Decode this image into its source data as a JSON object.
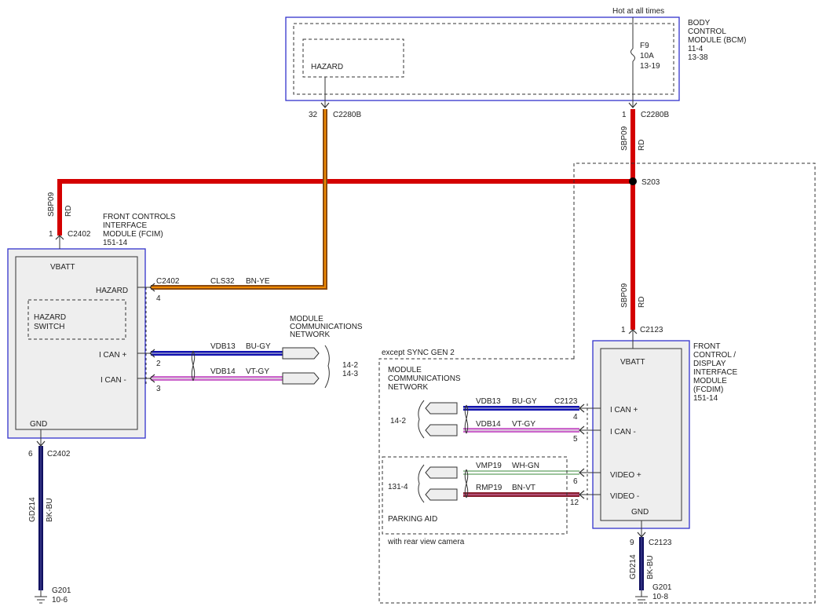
{
  "colors": {
    "red": "#d40000",
    "brown": "#8a4a10",
    "orange": "#f08a00",
    "blue": "#1010b0",
    "violet": "#cc66cc",
    "navy": "#101060",
    "white_green": "#3a8a3a",
    "module_border": "#3333cc"
  },
  "bcm": {
    "hot_label": "Hot at all times",
    "name": [
      "BODY",
      "CONTROL",
      "MODULE (BCM)",
      "11-4",
      "13-38"
    ],
    "hazard_label": "HAZARD",
    "fuse": [
      "F9",
      "10A",
      "13-19"
    ],
    "pin_left": "32",
    "conn_left": "C2280B",
    "pin_right": "1",
    "conn_right": "C2280B",
    "wire_right": [
      "SBP09",
      "RD"
    ]
  },
  "splice": {
    "label": "S203"
  },
  "fcim": {
    "name": [
      "FRONT CONTROLS",
      "INTERFACE",
      "MODULE (FCIM)",
      "151-14"
    ],
    "top_wire": [
      "SBP09",
      "RD"
    ],
    "top_pin": "1",
    "top_conn": "C2402",
    "vbatt": "VBATT",
    "hazard": "HAZARD",
    "hazard_switch": [
      "HAZARD",
      "SWITCH"
    ],
    "ican_plus": "I CAN +",
    "ican_minus": "I CAN -",
    "gnd": "GND",
    "hazard_conn": "C2402",
    "hazard_pin": "4",
    "hazard_circuit": "CLS32",
    "hazard_color": "BN-YE",
    "can_plus_pin": "2",
    "can_plus_circuit": "VDB13",
    "can_plus_color": "BU-GY",
    "can_minus_pin": "3",
    "can_minus_circuit": "VDB14",
    "can_minus_color": "VT-GY",
    "gnd_pin": "6",
    "gnd_conn": "C2402",
    "gnd_wire": [
      "GD214",
      "BK-BU"
    ],
    "ground": [
      "G201",
      "10-6"
    ]
  },
  "network_left": {
    "label": [
      "MODULE",
      "COMMUNICATIONS",
      "NETWORK"
    ],
    "refs": [
      "14-2",
      "14-3"
    ]
  },
  "fcdim": {
    "name": [
      "FRONT",
      "CONTROL /",
      "DISPLAY",
      "INTERFACE",
      "MODULE",
      "(FCDIM)",
      "151-14"
    ],
    "top_wire": [
      "SBP09",
      "RD"
    ],
    "top_pin": "1",
    "top_conn": "C2123",
    "vbatt": "VBATT",
    "ican_plus": "I CAN +",
    "ican_minus": "I CAN -",
    "video_plus": "VIDEO +",
    "video_minus": "VIDEO -",
    "gnd": "GND",
    "can_conn": "C2123",
    "can_plus_pin": "4",
    "can_minus_pin": "5",
    "video_plus_pin": "6",
    "video_minus_pin": "12",
    "gnd_pin": "9",
    "gnd_conn": "C2123",
    "gnd_wire": [
      "GD214",
      "BK-BU"
    ],
    "ground": [
      "G201",
      "10-8"
    ]
  },
  "except_label": "except SYNC GEN 2",
  "network_right": {
    "label": [
      "MODULE",
      "COMMUNICATIONS",
      "NETWORK"
    ],
    "ref": "14-2",
    "can_plus_circuit": "VDB13",
    "can_plus_color": "BU-GY",
    "can_minus_circuit": "VDB14",
    "can_minus_color": "VT-GY"
  },
  "parking_aid": {
    "ref": "131-4",
    "label": "PARKING AID",
    "video_plus_circuit": "VMP19",
    "video_plus_color": "WH-GN",
    "video_minus_circuit": "RMP19",
    "video_minus_color": "BN-VT"
  },
  "camera_note": "with rear view camera"
}
